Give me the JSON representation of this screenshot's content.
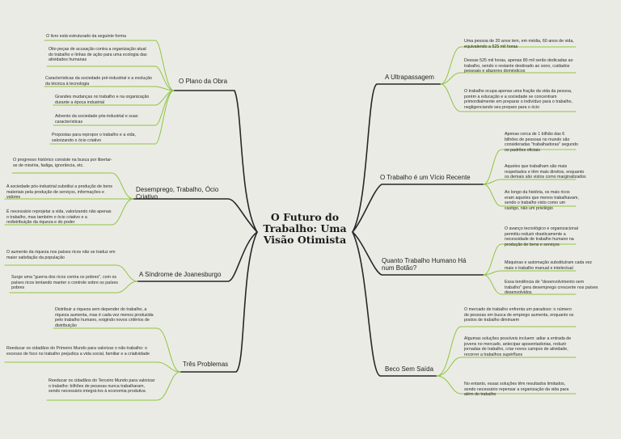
{
  "center": {
    "title": "O Futuro do Trabalho: Uma Visão Otimista"
  },
  "left_branches": [
    {
      "label": "O Plano da Obra",
      "leaves": [
        "O livro está estruturado da seguinte forma",
        "Oito peças de acusação contra a organização atual do trabalho e linhas de ação para uma ecologia das atividades humanas",
        "Características da sociedade pré-industrial e a evolução da técnica à tecnologia",
        "Grandes mudanças no trabalho e na organização durante a época industrial",
        "Advento da sociedade pós-industrial e suas características",
        "Propostas para repropor o trabalho e a vida, valorizando o ócio criativo"
      ]
    },
    {
      "label": "Desemprego, Trabalho, Ócio Criativo",
      "leaves": [
        "O progresso histórico consiste na busca por libertar-se de miséria, fadiga, ignorância, etc.",
        "A sociedade pós-industrial substitui a produção de bens materiais pela produção de serviços, informações e valores",
        "É necessário reprojetar a vida, valorizando não apenas o trabalho, mas também o ócio criativo e a redistribuição da riqueza e do poder"
      ]
    },
    {
      "label": "A Síndrome de Joanesburgo",
      "leaves": [
        "O aumento da riqueza nos países ricos não se traduz em maior satisfação da população",
        "Surge uma \"guerra dos ricos contra os pobres\", com os países ricos tentando manter o controle sobre os países pobres"
      ]
    },
    {
      "label": "Três Problemas",
      "leaves": [
        "Distribuir a riqueza sem depender do trabalho, a riqueza aumenta, mas é cada vez menos produzida pelo trabalho humano, exigindo novos critérios de distribuição",
        "Reeducar os cidadãos do Primeiro Mundo para valorizar o não-trabalho: o excesso de foco no trabalho prejudica a vida social, familiar e a criatividade",
        "Reeducar os cidadãos do Terceiro Mundo para valorizar o trabalho: bilhões de pessoas nunca trabalharam, sendo necessário integrá-los à economia produtiva"
      ]
    }
  ],
  "right_branches": [
    {
      "label": "A Ultrapassagem",
      "leaves": [
        "Uma pessoa de 20 anos tem, em média, 60 anos de vida, equivalendo a 525 mil horas",
        "Dessas 525 mil horas, apenas 80 mil serão dedicadas ao trabalho, sendo o restante destinado ao sono, cuidados pessoais e afazeres domésticos",
        "O trabalho ocupa apenas uma fração da vida da pessoa, porém a educação e a sociedade se concentram primordialmente em preparar o indivíduo para o trabalho, negligenciando seu preparo para o ócio"
      ]
    },
    {
      "label": "O Trabalho é um Vício Recente",
      "leaves": [
        "Apenas cerca de 1 bilhão das 6 bilhões de pessoas no mundo são consideradas \"trabalhadoras\" segundo os padrões oficiais",
        "Aqueles que trabalham são mais respeitados e têm mais direitos, enquanto os demais são vistos como marginalizados",
        "Ao longo da história, os mais ricos eram aqueles que menos trabalhavam, sendo o trabalho visto como um castigo, não um privilégio"
      ]
    },
    {
      "label": "Quanto Trabalho Humano Há num Botão?",
      "leaves": [
        "O avanço tecnológico e organizacional permitiu reduzir drasticamente a necessidade de trabalho humano na produção de bens e serviços",
        "Máquinas e automação substituíram cada vez mais o trabalho manual e intelectual",
        "Essa tendência de \"desenvolvimento sem trabalho\" gera desemprego crescente nos países desenvolvidos"
      ]
    },
    {
      "label": "Beco Sem Saída",
      "leaves": [
        "O mercado de trabalho enfrenta um paradoxo: o número de pessoas em busca de emprego aumenta, enquanto os postos de trabalho diminuem",
        "Algumas soluções possíveis incluem: adiar a entrada de jovens no mercado, antecipar aposentadorias, reduzir jornadas de trabalho, criar novos campos de atividade, recorrer a trabalhos supérfluos",
        "No entanto, essas soluções têm resultados limitados, sendo necessário repensar a organização da vida para além do trabalho"
      ]
    }
  ]
}
